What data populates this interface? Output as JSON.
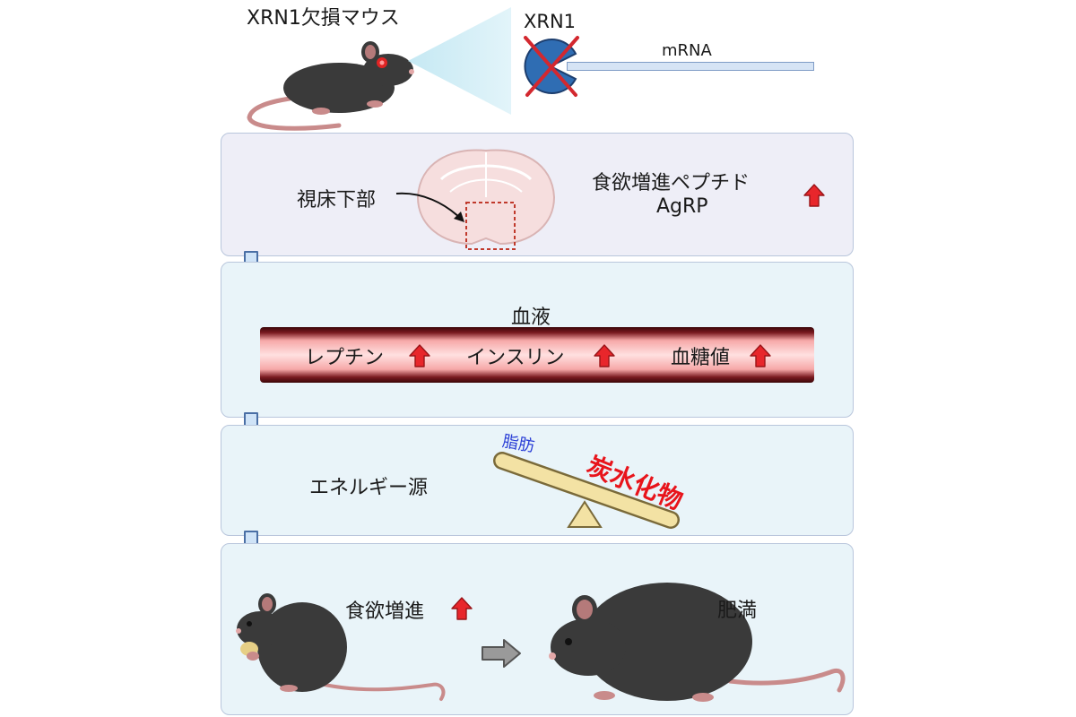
{
  "header": {
    "mouse_label": "XRN1欠損マウス",
    "enzyme_label": "XRN1",
    "mrna_label": "mRNA"
  },
  "hypothalamus_panel": {
    "region_label": "視床下部",
    "peptide_label_line1": "食欲増進ペプチド",
    "peptide_label_line2": "AgRP"
  },
  "blood_panel": {
    "title": "血液",
    "items": [
      {
        "label": "レプチン"
      },
      {
        "label": "インスリン"
      },
      {
        "label": "血糖値"
      }
    ]
  },
  "energy_panel": {
    "label": "エネルギー源",
    "fat_label": "脂肪",
    "carb_label": "炭水化物"
  },
  "outcome_panel": {
    "appetite_label": "食欲増進",
    "obesity_label": "肥満"
  },
  "colors": {
    "up_arrow": "#e8262b",
    "flow_arrow_fill": "#cfe3f7",
    "flow_arrow_stroke": "#4a6fa5",
    "enzyme_blue": "#2f6db3",
    "cross_red": "#d3282f",
    "panel1_bg": "#eeeef7",
    "panel_bg": "#e9f4f9",
    "fat_text": "#2b3fd6",
    "carb_text": "#e8141b",
    "vessel_dark": "#5a0f14",
    "vessel_light": "#ffd9d9"
  }
}
